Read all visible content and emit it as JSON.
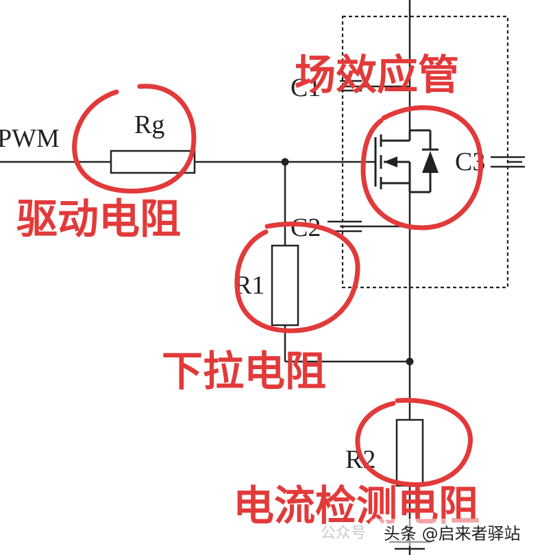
{
  "schematic": {
    "signal_label": "PWM",
    "rg_label": "Rg",
    "c1_label": "C1",
    "c2_label": "C2",
    "c3_label": "C3",
    "r1_label": "R1",
    "r2_label": "R2"
  },
  "annotations": {
    "mosfet": "场效应管",
    "drive_resistor": "驱动电阻",
    "pulldown_resistor": "下拉电阻",
    "current_sense_resistor": "电流检测电阻",
    "color": "#e23a3a"
  },
  "watermark": {
    "left_text": "公众号",
    "right_text": "头条 @启来者驿站"
  }
}
